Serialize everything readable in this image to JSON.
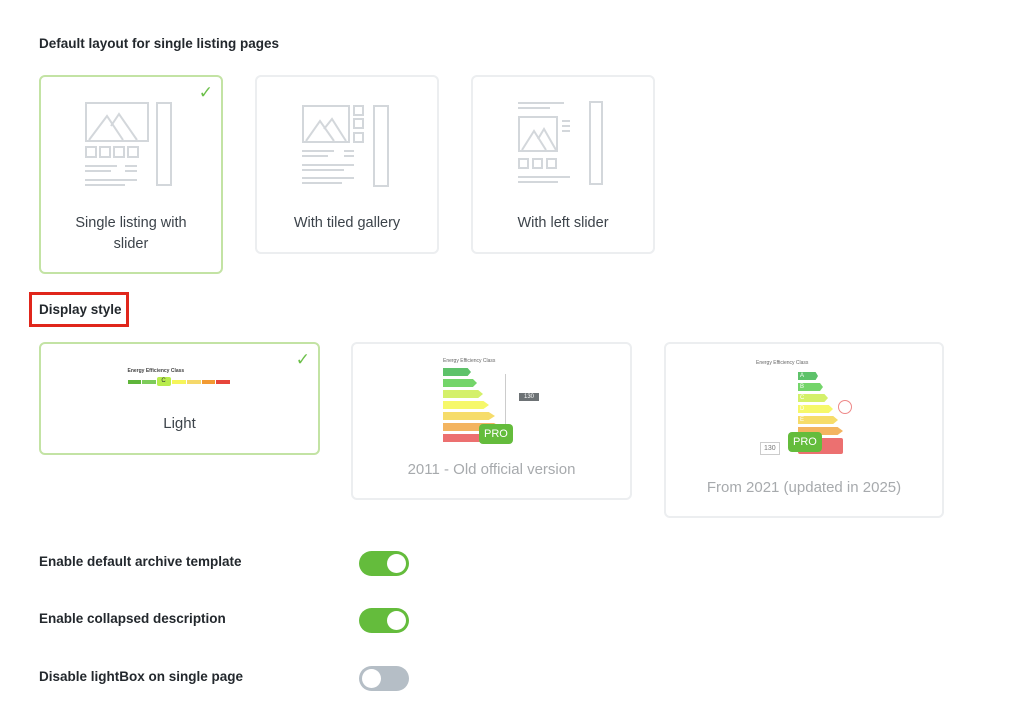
{
  "layout_section": {
    "title": "Default layout for single listing pages",
    "options": [
      {
        "label": "Single listing with slider",
        "selected": true,
        "icon": "layout-slider-icon"
      },
      {
        "label": "With tiled gallery",
        "selected": false,
        "icon": "layout-tiled-icon"
      },
      {
        "label": "With left slider",
        "selected": false,
        "icon": "layout-left-slider-icon"
      }
    ]
  },
  "display_section": {
    "title": "Display style",
    "options": [
      {
        "label": "Light",
        "selected": true,
        "preview_title": "Energy Efficiency Class",
        "preview_class": "C"
      },
      {
        "label": "2011 - Old official version",
        "selected": false,
        "pro": "PRO",
        "preview_title": "Energy Efficiency Class",
        "preview_value": "130"
      },
      {
        "label": "From 2021 (updated in 2025)",
        "selected": false,
        "pro": "PRO",
        "preview_title": "Energy Efficiency Class",
        "preview_value": "130",
        "classes": [
          "A",
          "B",
          "C",
          "D",
          "E"
        ]
      }
    ]
  },
  "settings": [
    {
      "label": "Enable default archive template",
      "enabled": true
    },
    {
      "label": "Enable collapsed description",
      "enabled": true
    },
    {
      "label": "Disable lightBox on single page",
      "enabled": false
    }
  ],
  "colors": {
    "accent": "#64bc3c",
    "highlight": "#e0261b",
    "toggle_off": "#b5bec6"
  }
}
